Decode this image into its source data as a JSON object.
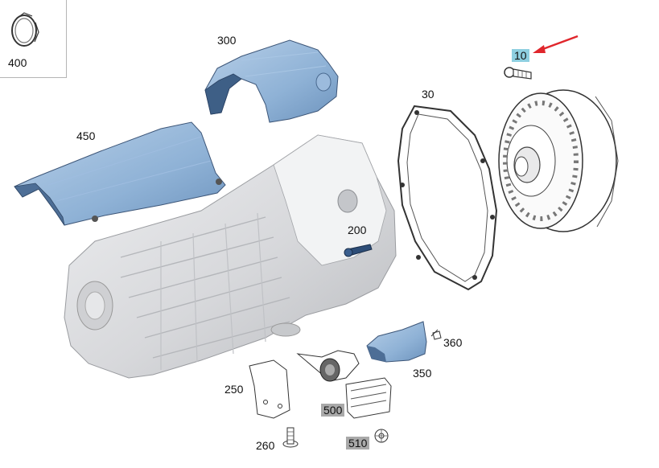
{
  "diagram": {
    "callouts": [
      {
        "id": "c400",
        "label": "400"
      },
      {
        "id": "c300",
        "label": "300"
      },
      {
        "id": "c450",
        "label": "450"
      },
      {
        "id": "c30",
        "label": "30"
      },
      {
        "id": "c10",
        "label": "10",
        "highlight": "#8ecfe0"
      },
      {
        "id": "c200",
        "label": "200"
      },
      {
        "id": "c360",
        "label": "360"
      },
      {
        "id": "c350",
        "label": "350"
      },
      {
        "id": "c250",
        "label": "250"
      },
      {
        "id": "c500",
        "label": "500",
        "highlight": "#a9a9a9"
      },
      {
        "id": "c260",
        "label": "260"
      },
      {
        "id": "c510",
        "label": "510",
        "highlight": "#a9a9a9"
      }
    ],
    "colors": {
      "shield_blue": "#8fb2d6",
      "shield_dark": "#4f6f94",
      "housing": "#d9dadc",
      "line": "#333333",
      "arrow": "#e0262c"
    }
  }
}
